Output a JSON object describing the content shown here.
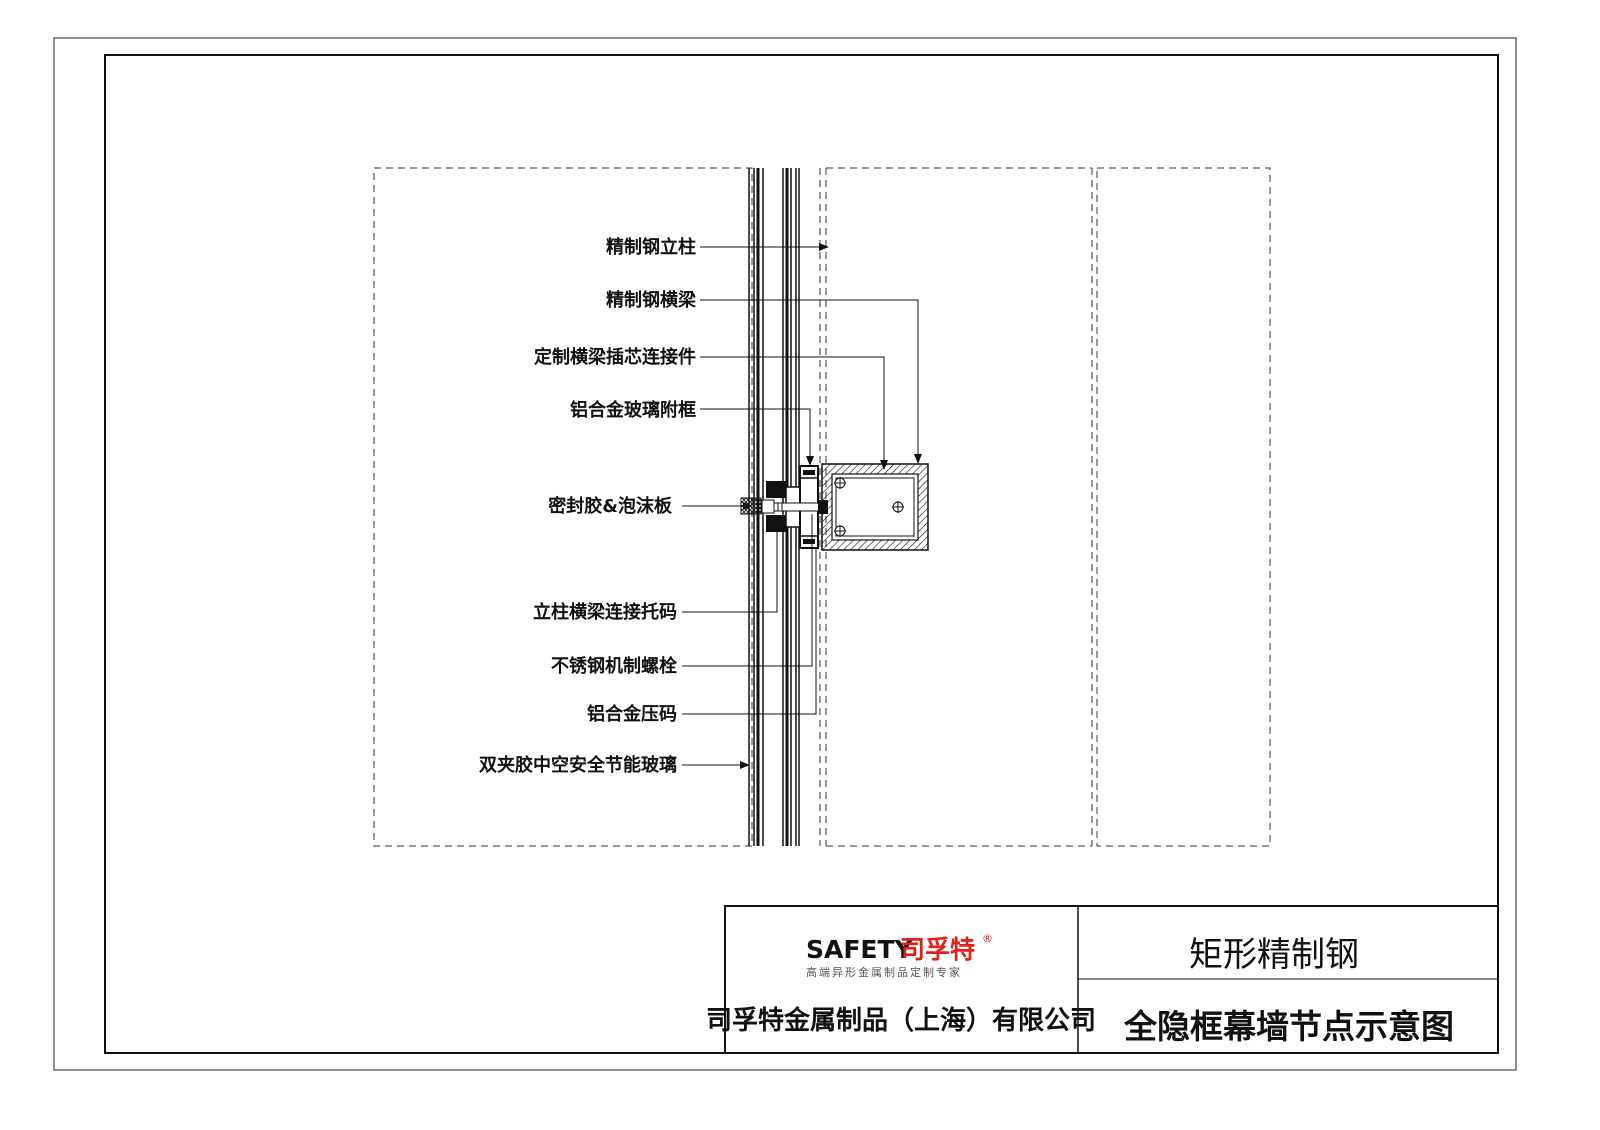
{
  "labels": {
    "steel_column": "精制钢立柱",
    "steel_beam": "精制钢横梁",
    "beam_insert_connector": "定制横梁插芯连接件",
    "glass_subframe": "铝合金玻璃附框",
    "sealant_foam": "密封胶&泡沫板",
    "column_beam_bracket": "立柱横梁连接托码",
    "stainless_bolt": "不锈钢机制螺栓",
    "alu_pressure_plate": "铝合金压码",
    "insulated_glass": "双夹胶中空安全节能玻璃"
  },
  "title_block": {
    "logo_en": "SAFETY",
    "logo_cn": "司孚特",
    "logo_reg": "®",
    "logo_tagline": "高端异形金属制品定制专家",
    "company": "司孚特金属制品（上海）有限公司",
    "title_line1": "矩形精制钢",
    "title_line2": "全隐框幕墙节点示意图"
  },
  "colors": {
    "line": "#111111",
    "brand_red": "#e0201b"
  }
}
